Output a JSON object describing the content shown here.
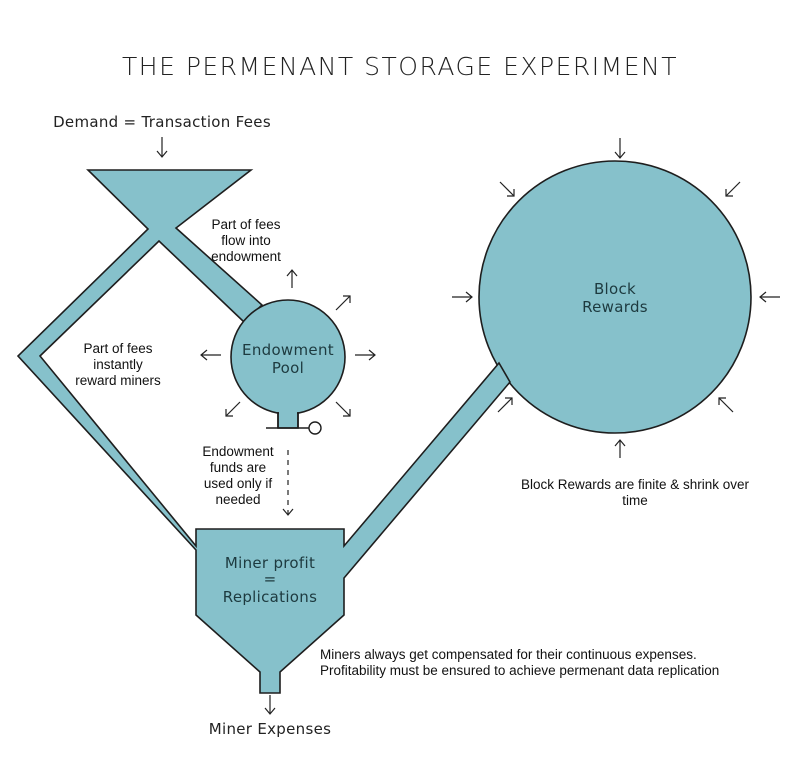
{
  "title": "THE PERMENANT STORAGE EXPERIMENT",
  "labels": {
    "demand": "Demand = Transaction Fees",
    "fees_to_endowment": [
      "Part of fees",
      "flow into",
      "endowment"
    ],
    "fees_to_miners": [
      "Part of fees",
      "instantly",
      "reward miners"
    ],
    "endowment_pool": [
      "Endowment",
      "Pool"
    ],
    "endowment_usage": [
      "Endowment",
      "funds are",
      "used only if",
      "needed"
    ],
    "block_rewards": [
      "Block",
      "Rewards"
    ],
    "block_rewards_note": [
      "Block Rewards are finite & shrink over",
      "time"
    ],
    "miner_profit": [
      "Miner profit",
      "=",
      "Replications"
    ],
    "miners_note": [
      "Miners always get compensated for their continuous expenses.",
      "Profitability must be ensured to achieve permenant data replication"
    ],
    "miner_expenses": "Miner Expenses"
  },
  "colors": {
    "fill": "#86c1cb",
    "outline": "#1e1e1e",
    "text": "#222222"
  },
  "icons": [
    "arrow-down-icon",
    "arrow-in-icon",
    "arrow-out-icon",
    "valve-icon"
  ]
}
